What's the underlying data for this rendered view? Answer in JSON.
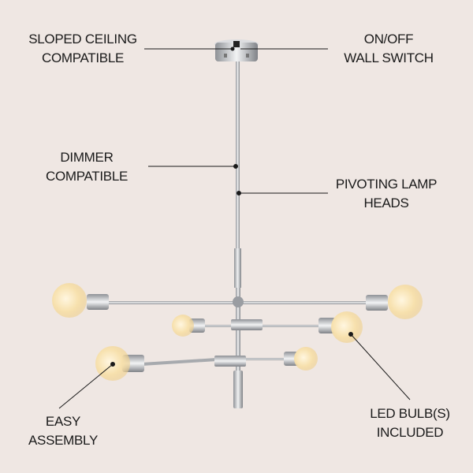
{
  "colors": {
    "background": "#efe7e3",
    "text": "#1a1a1a",
    "chrome": "#b9bcc0",
    "bulb": "#f6dca6"
  },
  "callouts": [
    {
      "id": "sloped-ceiling",
      "line1": "SLOPED CEILING",
      "line2": "COMPATIBLE"
    },
    {
      "id": "on-off",
      "line1": "ON/OFF",
      "line2": "WALL SWITCH"
    },
    {
      "id": "dimmer",
      "line1": "DIMMER",
      "line2": "COMPATIBLE"
    },
    {
      "id": "pivoting",
      "line1": "PIVOTING LAMP",
      "line2": "HEADS"
    },
    {
      "id": "easy-assembly",
      "line1": "EASY",
      "line2": "ASSEMBLY"
    },
    {
      "id": "led-bulbs",
      "line1": "LED BULB(S)",
      "line2": "INCLUDED"
    }
  ]
}
